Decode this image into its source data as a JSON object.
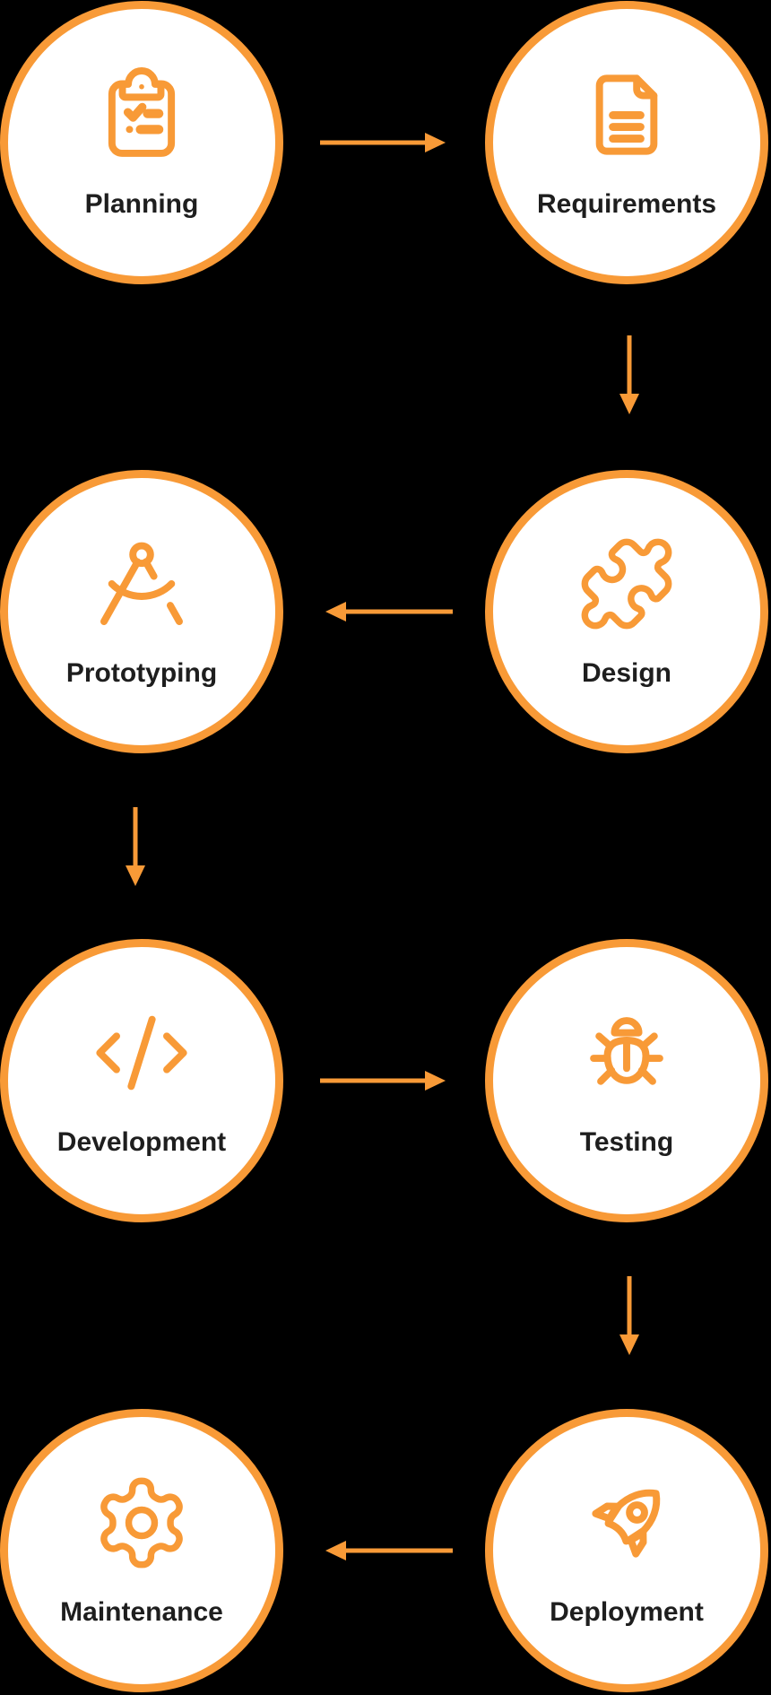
{
  "diagram": {
    "type": "flowchart",
    "colors": {
      "accent": "#F89A37",
      "node_fill": "#FFFFFF",
      "label": "#1E1E1E",
      "background": "#000000"
    },
    "nodes": [
      {
        "id": "planning",
        "label": "Planning",
        "icon": "clipboard-checklist-icon",
        "row": 1,
        "col": "left"
      },
      {
        "id": "requirements",
        "label": "Requirements",
        "icon": "document-icon",
        "row": 1,
        "col": "right"
      },
      {
        "id": "design",
        "label": "Design",
        "icon": "puzzle-icon",
        "row": 2,
        "col": "right"
      },
      {
        "id": "prototyping",
        "label": "Prototyping",
        "icon": "drafting-compass-icon",
        "row": 2,
        "col": "left"
      },
      {
        "id": "development",
        "label": "Development",
        "icon": "code-icon",
        "row": 3,
        "col": "left"
      },
      {
        "id": "testing",
        "label": "Testing",
        "icon": "bug-icon",
        "row": 3,
        "col": "right"
      },
      {
        "id": "deployment",
        "label": "Deployment",
        "icon": "rocket-icon",
        "row": 4,
        "col": "right"
      },
      {
        "id": "maintenance",
        "label": "Maintenance",
        "icon": "gear-icon",
        "row": 4,
        "col": "left"
      }
    ],
    "connections": [
      {
        "from": "Planning",
        "to": "Requirements",
        "direction": "right"
      },
      {
        "from": "Requirements",
        "to": "Design",
        "direction": "down"
      },
      {
        "from": "Design",
        "to": "Prototyping",
        "direction": "left"
      },
      {
        "from": "Prototyping",
        "to": "Development",
        "direction": "down"
      },
      {
        "from": "Development",
        "to": "Testing",
        "direction": "right"
      },
      {
        "from": "Testing",
        "to": "Deployment",
        "direction": "down"
      },
      {
        "from": "Deployment",
        "to": "Maintenance",
        "direction": "left"
      }
    ]
  }
}
